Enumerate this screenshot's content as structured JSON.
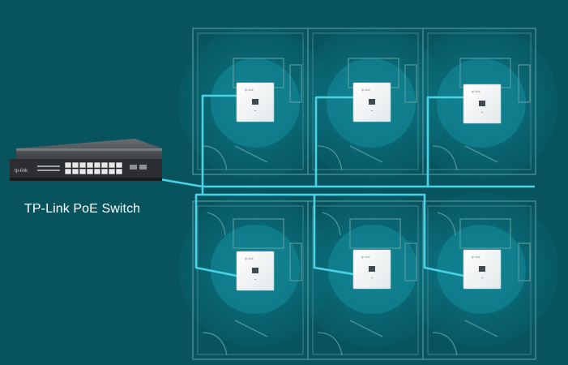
{
  "switch": {
    "label": "TP-Link PoE Switch",
    "brand": "tp-link"
  },
  "access_points": [
    {
      "brand": "tp-link"
    },
    {
      "brand": "tp-link"
    },
    {
      "brand": "tp-link"
    },
    {
      "brand": "tp-link"
    },
    {
      "brand": "tp-link"
    },
    {
      "brand": "tp-link"
    }
  ],
  "colors": {
    "background": "#07545e",
    "cable": "#4ad3e6",
    "coverage": "#0d7f8f",
    "floorplan_lines": "#5a9ea3",
    "device_body": "#ffffff"
  }
}
